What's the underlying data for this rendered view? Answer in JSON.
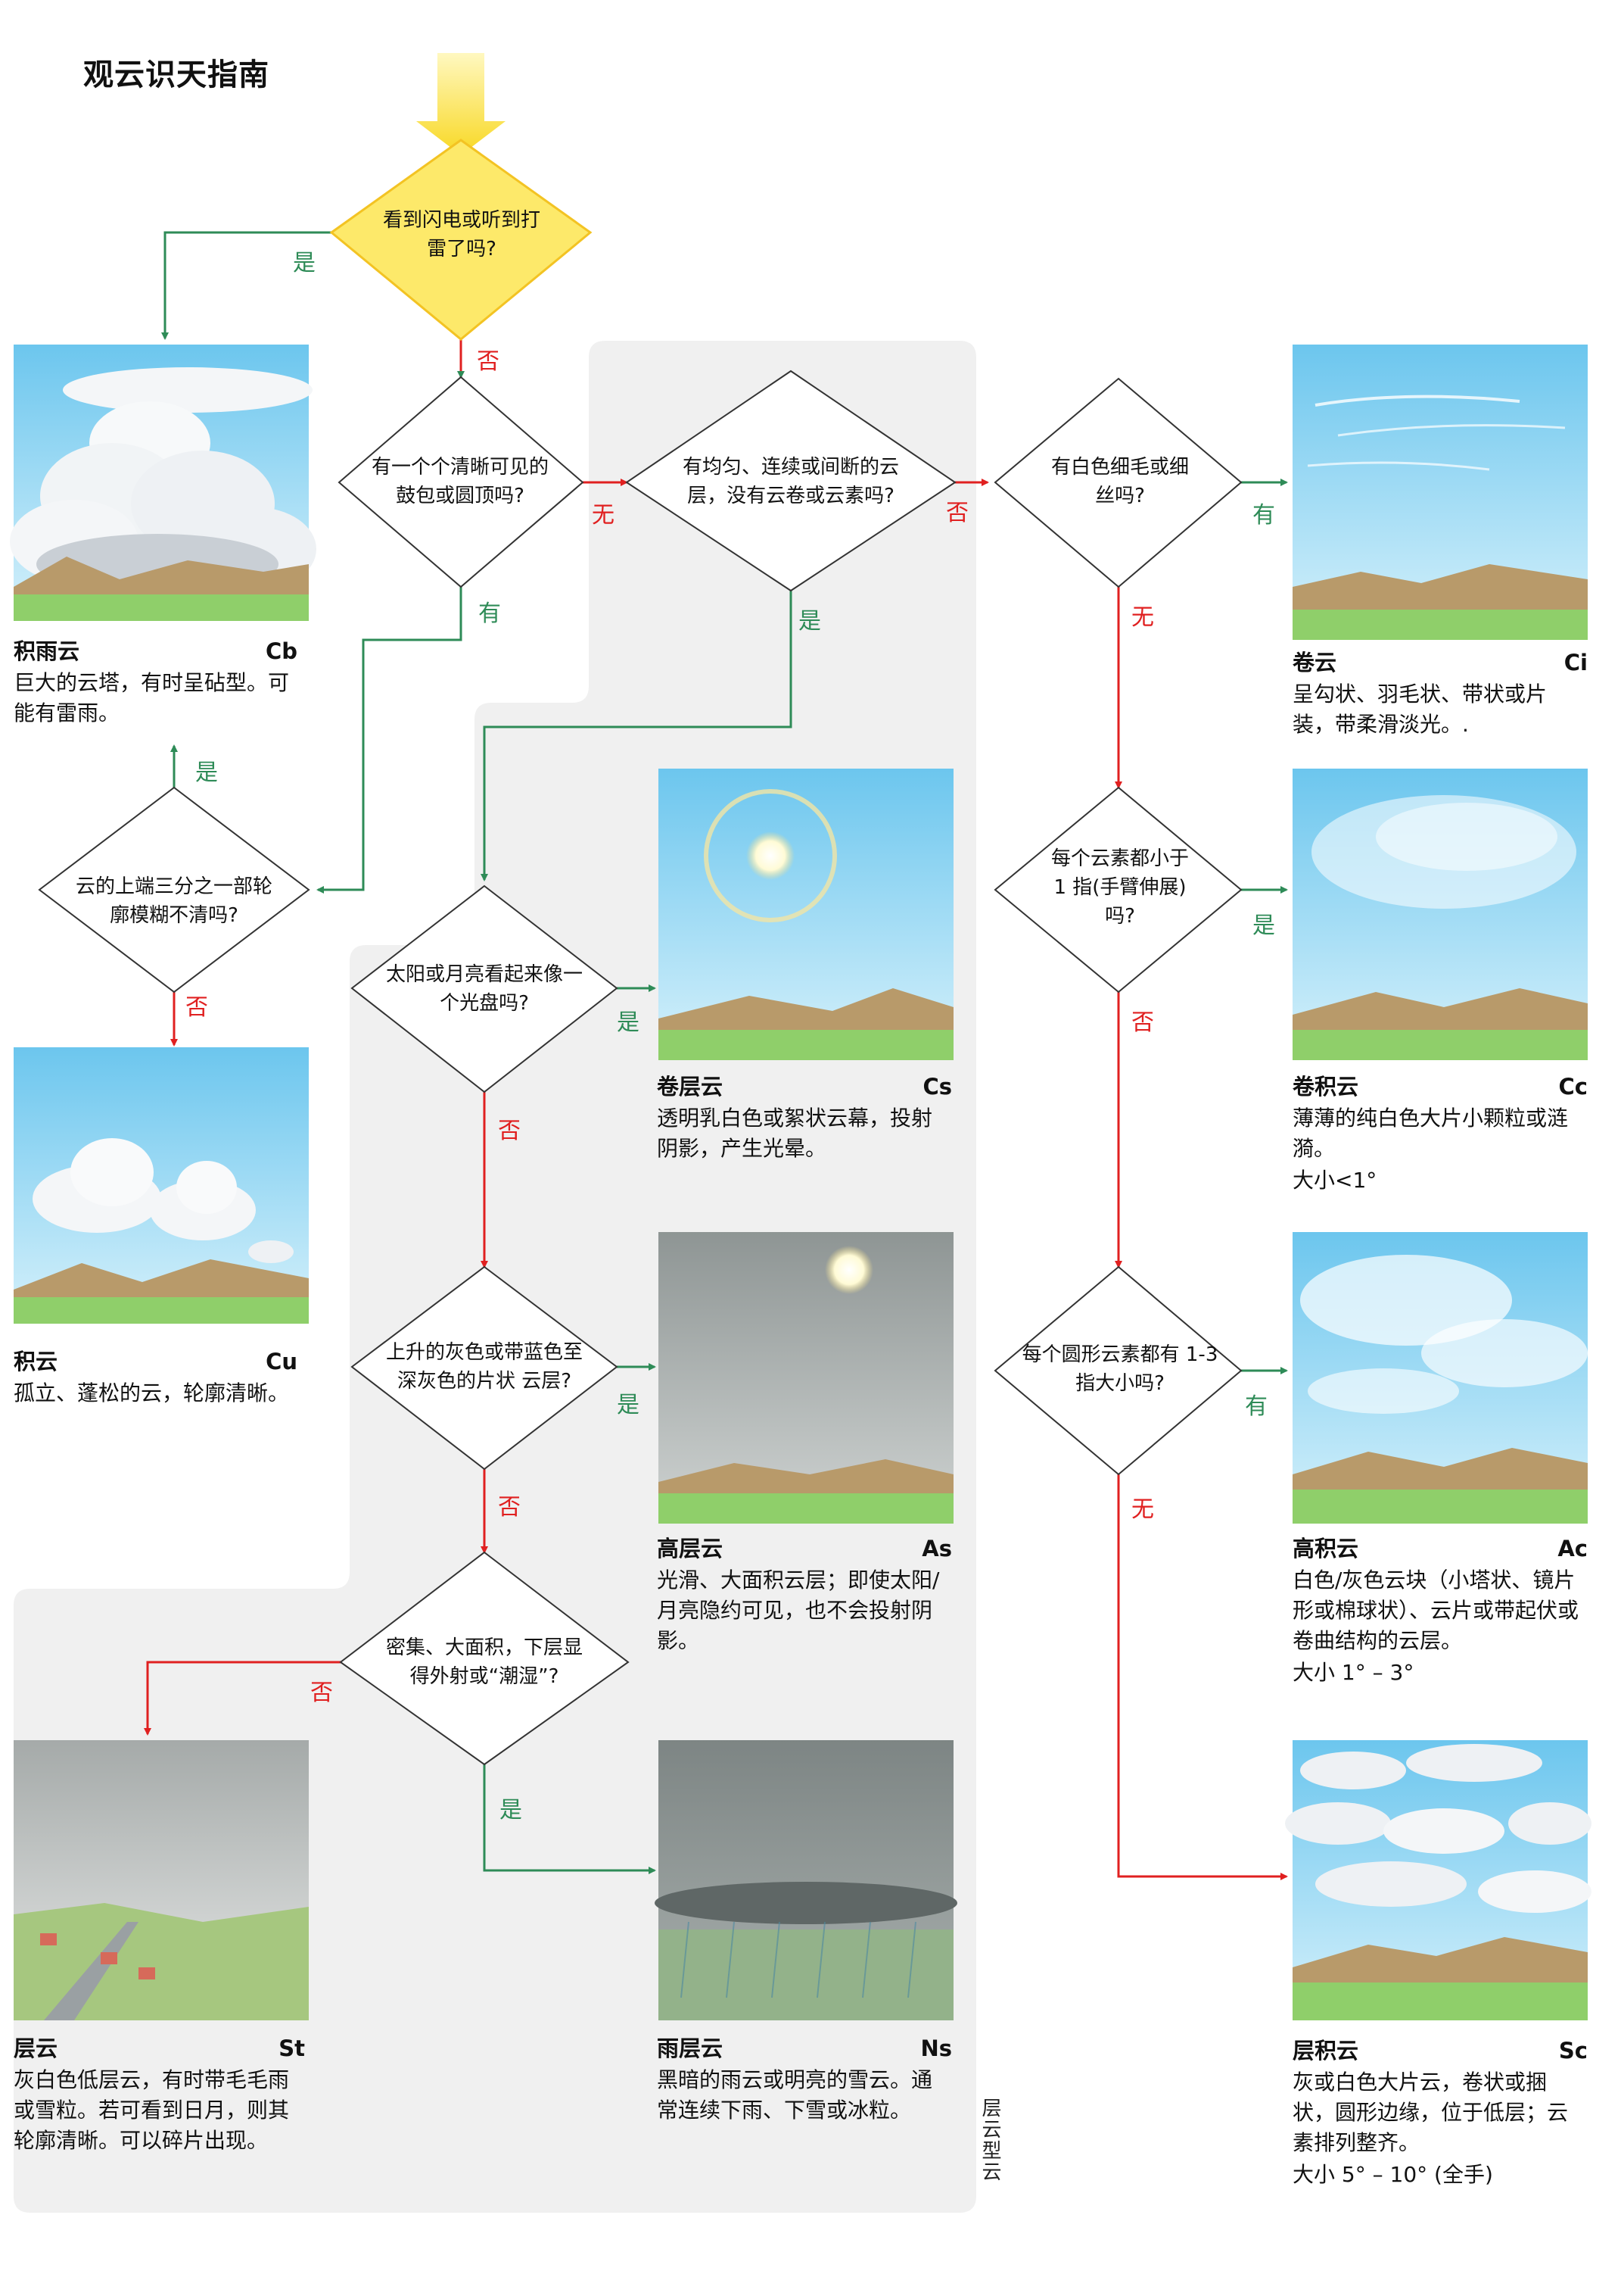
{
  "title": "观云识天指南",
  "questions": {
    "q1": "看到闪电或听到打雷了吗?",
    "q2": "有一个个清晰可见的鼓包或圆顶吗?",
    "q3": "有均匀、连续或间断的云层，没有云卷或云素吗?",
    "q4": "有白色细毛或细丝吗?",
    "q5": "云的上端三分之一部轮廓模糊不清吗?",
    "q6": "太阳或月亮看起来像一个光盘吗?",
    "q7": "每个云素都小于 1 指(手臂伸展)吗?",
    "q8": "上升的灰色或带蓝色至深灰色的片状 云层?",
    "q9": "每个圆形云素都有 1-3 指大小吗?",
    "q10": "密集、大面积，下层显得外射或“潮湿”?"
  },
  "labels": {
    "yes": "是",
    "no": "否",
    "have": "有",
    "none": "无"
  },
  "clouds": {
    "cb": {
      "name": "积雨云",
      "code": "Cb",
      "desc": "巨大的云塔，有时呈砧型。可能有雷雨。",
      "size": ""
    },
    "cu": {
      "name": "积云",
      "code": "Cu",
      "desc": "孤立、蓬松的云，轮廓清晰。",
      "size": ""
    },
    "st": {
      "name": "层云",
      "code": "St",
      "desc": "灰白色低层云，有时带毛毛雨或雪粒。若可看到日月，则其轮廓清晰。可以碎片出现。",
      "size": ""
    },
    "cs": {
      "name": "卷层云",
      "code": "Cs",
      "desc": "透明乳白色或絮状云幕，投射阴影，产生光晕。",
      "size": ""
    },
    "as": {
      "name": "高层云",
      "code": "As",
      "desc": "光滑、大面积云层；即使太阳/月亮隐约可见，也不会投射阴影。",
      "size": ""
    },
    "ns": {
      "name": "雨层云",
      "code": "Ns",
      "desc": "黑暗的雨云或明亮的雪云。通常连续下雨、下雪或冰粒。",
      "size": ""
    },
    "ci": {
      "name": "卷云",
      "code": "Ci",
      "desc": "呈勾状、羽毛状、带状或片装，带柔滑淡光。.",
      "size": ""
    },
    "cc": {
      "name": "卷积云",
      "code": "Cc",
      "desc": "薄薄的纯白色大片小颗粒或涟漪。",
      "size": "大小<1°"
    },
    "ac": {
      "name": "高积云",
      "code": "Ac",
      "desc": "白色/灰色云块（小塔状、镜片形或棉球状）、云片或带起伏或卷曲结构的云层。",
      "size": "大小 1° – 3°"
    },
    "sc": {
      "name": "层积云",
      "code": "Sc",
      "desc": "灰或白色大片云，卷状或捆状，圆形边缘，位于低层；云素排列整齐。",
      "size": "大小 5° – 10° (全手)"
    }
  },
  "region_label": "层云型云",
  "colors": {
    "yes_arrow": "#2e8b57",
    "no_arrow": "#e02020",
    "start_diamond": "#fde96a",
    "sky": "#8fd3f0",
    "hill": "#b89a6a",
    "grass": "#8fcf6a",
    "region_bg": "#f0f0f0"
  }
}
